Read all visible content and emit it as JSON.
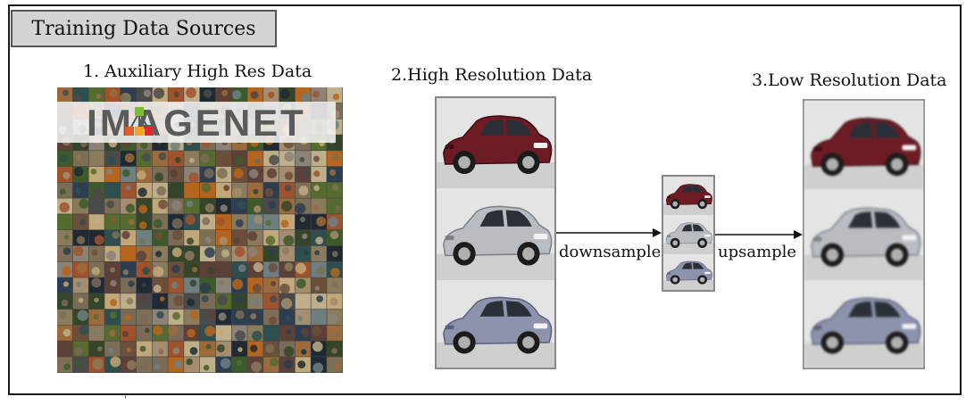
{
  "title": "Training Data Sources",
  "sections": {
    "auxiliary": "1. Auxiliary High Res Data",
    "high_res": "2.High Resolution Data",
    "low_res": "3.Low Resolution Data"
  },
  "logo_text": "IMAGENET",
  "arrows": {
    "downsample": "downsample",
    "upsample": "upsample"
  },
  "stray_mark": "'",
  "cars": [
    {
      "color": "#6e1c24",
      "shade": "#3e0c12",
      "view": "front-left"
    },
    {
      "color": "#b9bcc1",
      "shade": "#7c8087",
      "view": "rear-left"
    },
    {
      "color": "#8d93ad",
      "shade": "#5a607a",
      "view": "front-left"
    }
  ]
}
